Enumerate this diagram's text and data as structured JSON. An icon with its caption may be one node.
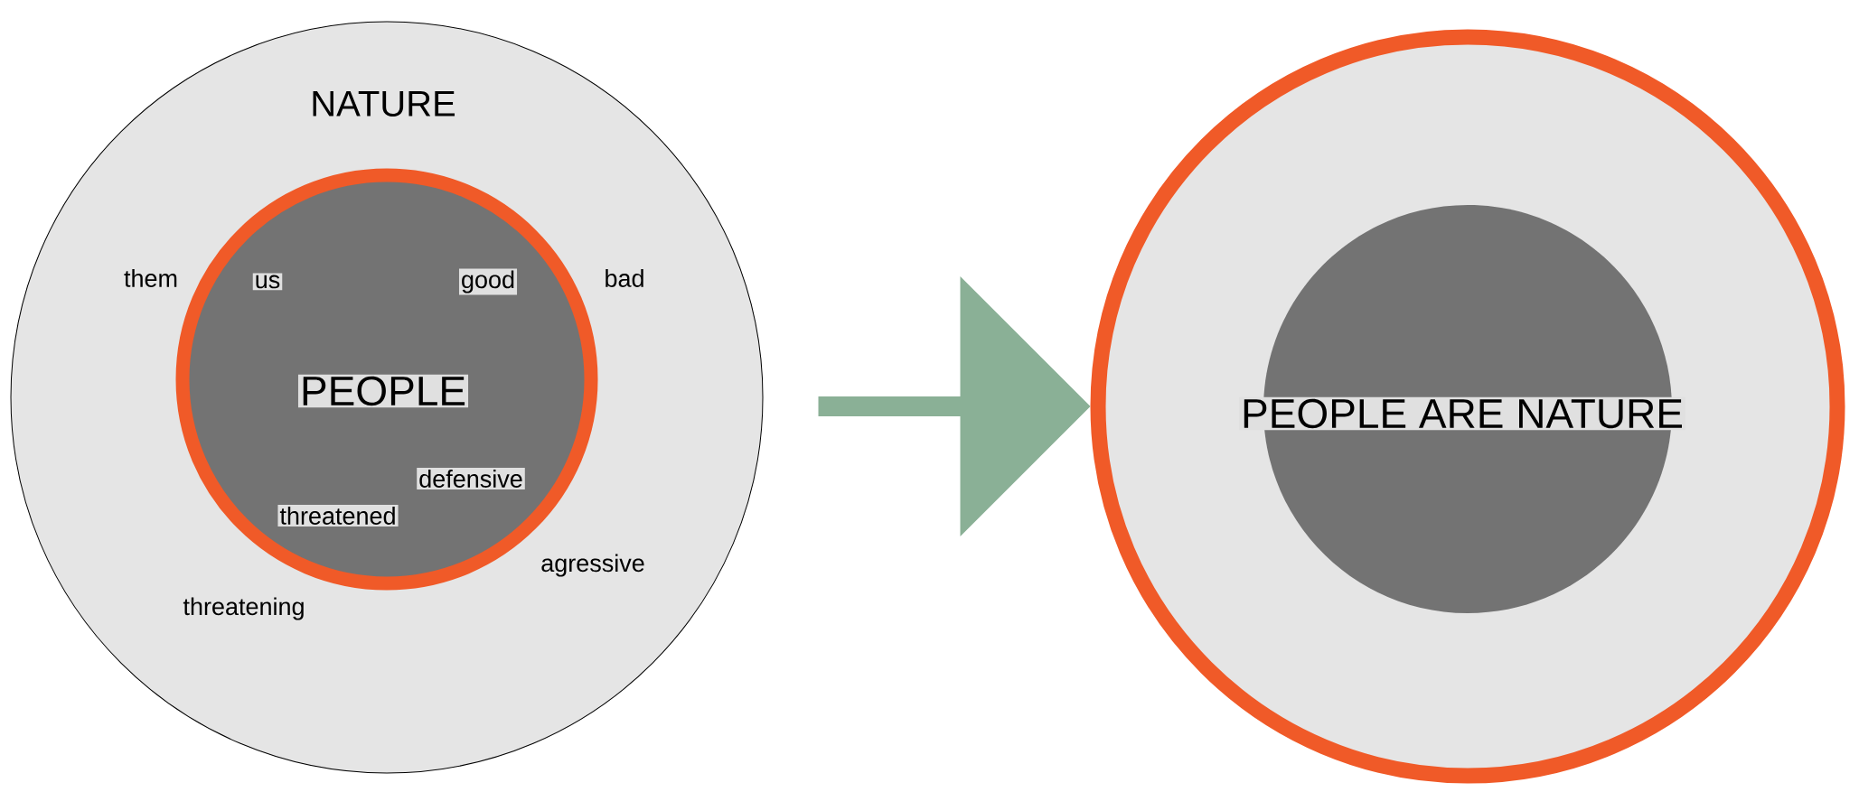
{
  "diagram": {
    "nodes": [
      {
        "text": [
          "NATURE",
          "them",
          "bad",
          "agressive",
          "threatening"
        ]
      },
      {
        "text": [
          "us",
          "good",
          "PEOPLE",
          "defensive",
          "threatened"
        ],
        "in": 0
      },
      {
        "text": [],
        "shape": "circle"
      },
      {
        "text": [
          "PEOPLE ARE NATURE"
        ],
        "in": 2
      }
    ],
    "edges": [
      {
        "from": 0,
        "to": 2,
        "arrow": "to",
        "style": "thick",
        "color": "#8ab096"
      }
    ]
  }
}
